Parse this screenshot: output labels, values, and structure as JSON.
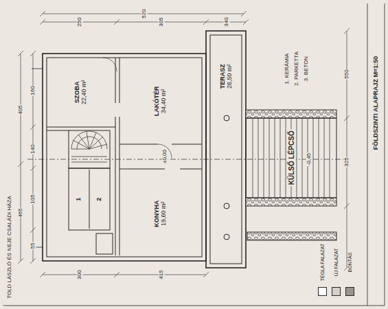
{
  "diagram": {
    "title": "FÖLDSZINTI ALAPRAJZ M=1:50",
    "nodes": [
      {
        "text": [
          "SZOBA",
          "22,40 m²"
        ]
      },
      {
        "text": [
          "LAKÓTÉR",
          "34,40 m²"
        ]
      },
      {
        "text": [
          "KONYHA",
          "19,60 m²"
        ]
      },
      {
        "text": [
          "TERASZ",
          "26,50 m²"
        ]
      },
      {
        "text": [
          "KÜLSŐ LÉPCSŐ"
        ]
      },
      {
        "text": [
          "1"
        ]
      },
      {
        "text": [
          "2"
        ]
      }
    ],
    "labels": [
      "405",
      "465",
      "160",
      "140",
      "105",
      "55",
      "250",
      "305",
      "340",
      "520",
      "300",
      "415",
      "550",
      "325",
      "1. KERÁMIA",
      "2. PARKETTA",
      "3. BETON",
      "TOLD LÁSZLÓ ÉS NEJE CSALÁDI HÁZA",
      "±0,00",
      "-0,45"
    ],
    "legend": [
      {
        "text": "TÉGLA FALAZAT",
        "color": "#ffffff"
      },
      {
        "text": "ÚJ FALAZAT",
        "color": "#d4d0ca"
      },
      {
        "text": "BONTÁS",
        "color": "#9a9590"
      }
    ]
  }
}
